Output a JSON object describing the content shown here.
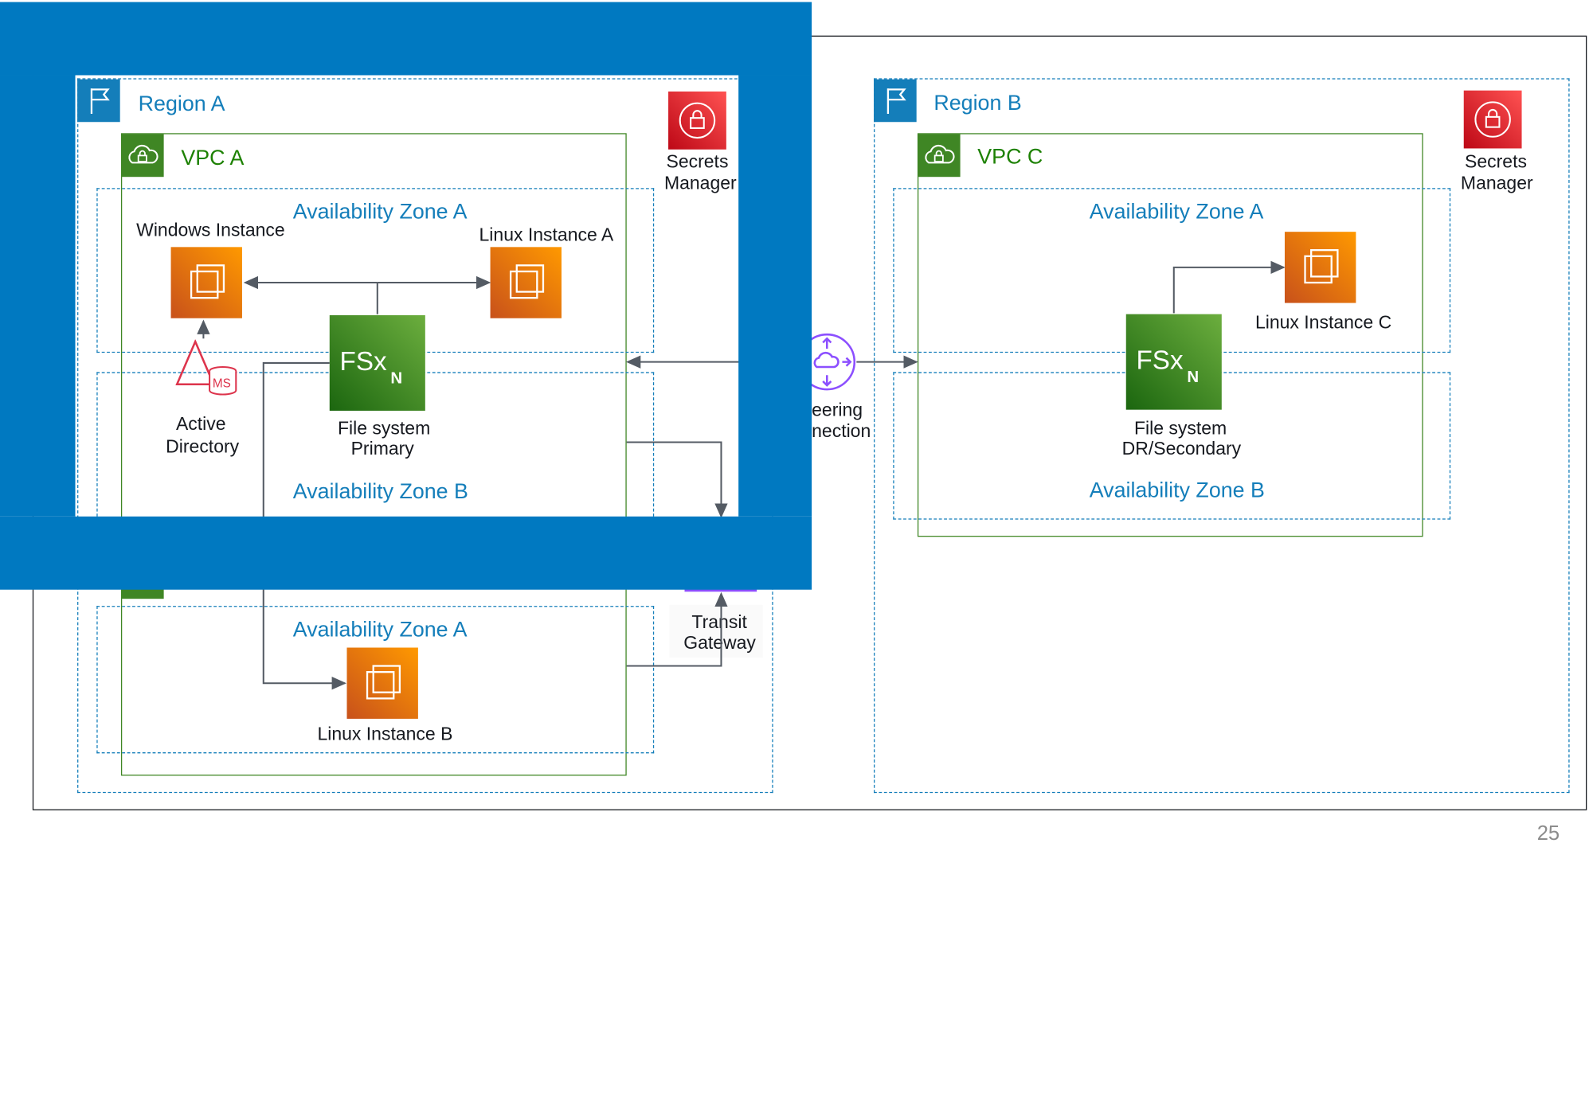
{
  "regions": {
    "a": {
      "title": "Region A"
    },
    "b": {
      "title": "Region B"
    }
  },
  "vpcs": {
    "a": {
      "title": "VPC A"
    },
    "c": {
      "title": "VPC C"
    }
  },
  "availability_zones": {
    "a_zone_a": "Availability Zone A",
    "a_zone_b": "Availability Zone B",
    "b_vpc_zone_a": "Availability Zone A",
    "c_zone_a": "Availability Zone A",
    "c_zone_b": "Availability Zone B"
  },
  "nodes": {
    "windows_instance": "Windows Instance",
    "linux_instance_a": "Linux Instance A",
    "linux_instance_b": "Linux Instance B",
    "linux_instance_c": "Linux Instance C",
    "active_directory_line1": "Active",
    "active_directory_line2": "Directory",
    "ad_badge": "MS",
    "fsx_primary_line1": "File system",
    "fsx_primary_line2": "Primary",
    "fsx_secondary_line1": "File system",
    "fsx_secondary_line2": "DR/Secondary",
    "fsx_logo": "FSx",
    "fsx_sub": "N",
    "secrets_a_line1": "Secrets",
    "secrets_a_line2": "Manager",
    "secrets_b_line1": "Secrets",
    "secrets_b_line2": "Manager",
    "peering_line1": "eering",
    "peering_line2": "nection",
    "transit_line1": "Transit",
    "transit_line2": "Gateway"
  },
  "colors": {
    "region_blue": "#147eba",
    "vpc_green": "#3f8624",
    "overlay_blue": "#0079c1",
    "ec2_orange": "#ff9900",
    "fsx_green": "#6cae3e",
    "secrets_red": "#dd344c",
    "peering_purple": "#8c4fff"
  },
  "icons": {
    "region": "flag-icon",
    "vpc": "cloud-lock-icon",
    "ec2": "ec2-instance-icon",
    "fsx": "fsx-netapp-icon",
    "secrets": "secrets-manager-icon",
    "peering": "peering-connection-icon",
    "ad": "active-directory-icon"
  },
  "page_number": "25"
}
